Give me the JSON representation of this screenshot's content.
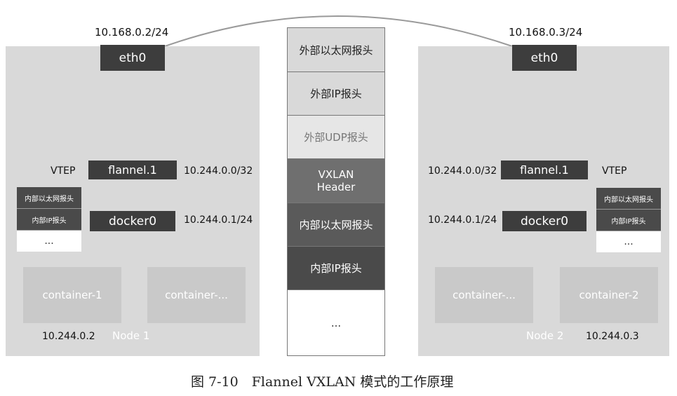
{
  "node1": {
    "name": "Node 1",
    "eth0_ip": "10.168.0.2/24",
    "eth0_label": "eth0",
    "vtep_label": "VTEP",
    "flannel_label": "flannel.1",
    "flannel_ip": "10.244.0.0/32",
    "docker_label": "docker0",
    "docker_ip": "10.244.0.1/24",
    "vtep_stack": [
      "内部以太网报头",
      "内部IP报头",
      "..."
    ],
    "container_a": "container-1",
    "container_b": "container-...",
    "container_ip": "10.244.0.2"
  },
  "node2": {
    "name": "Node 2",
    "eth0_ip": "10.168.0.3/24",
    "eth0_label": "eth0",
    "vtep_label": "VTEP",
    "flannel_label": "flannel.1",
    "flannel_ip": "10.244.0.0/32",
    "docker_label": "docker0",
    "docker_ip": "10.244.0.1/24",
    "vtep_stack": [
      "内部以太网报头",
      "内部IP报头",
      "..."
    ],
    "container_a": "container-...",
    "container_b": "container-2",
    "container_ip": "10.244.0.3"
  },
  "packet_stack": [
    "外部以太网报头",
    "外部IP报头",
    "外部UDP报头",
    "VXLAN Header",
    "内部以太网报头",
    "内部IP报头",
    "..."
  ],
  "caption": "图 7-10　Flannel VXLAN 模式的工作原理"
}
